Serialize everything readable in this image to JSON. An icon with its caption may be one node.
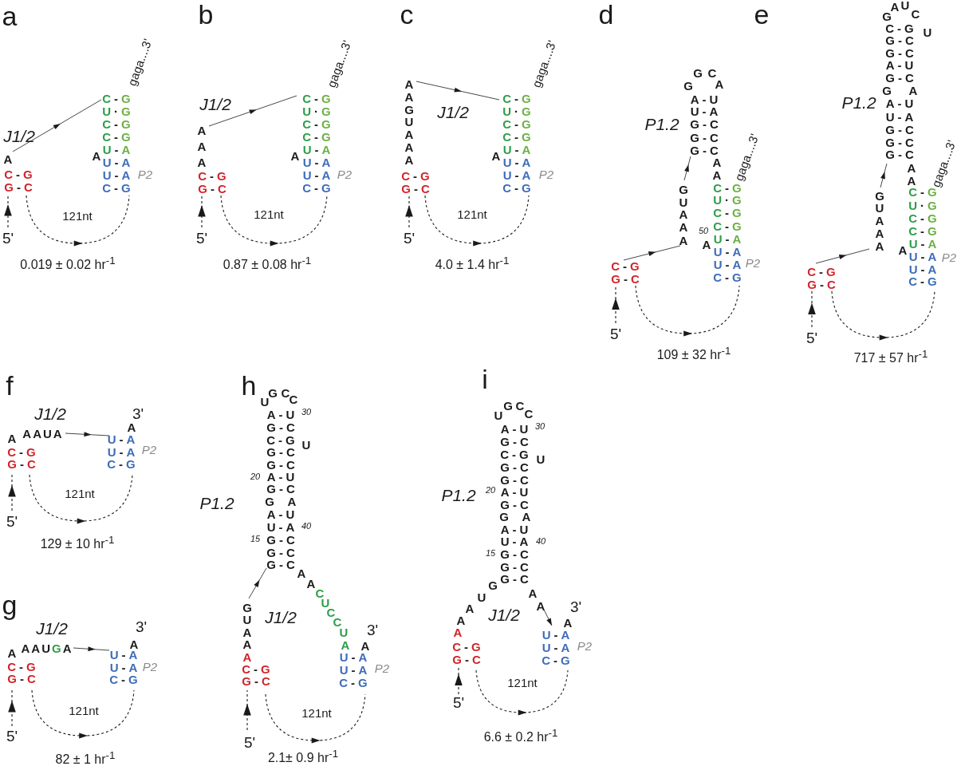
{
  "diagram": {
    "labels": [
      "a",
      "gaga....3'",
      "J1/2",
      "C-G",
      "U·G",
      "C-G",
      "C-G",
      "A",
      "U-A",
      "A",
      "U-A",
      "C-G",
      "U-A",
      "P2",
      "G-C",
      "C-G",
      "121nt",
      "5'",
      "0.019 ± 0.02 hr$^{-1}$",
      "b",
      "gaga....3'",
      "J1/2",
      "A",
      "C-G",
      "U·G",
      "C-G",
      "C-G",
      "A",
      "U-A",
      "A",
      "A",
      "U-A",
      "C-G",
      "U-A",
      "P2",
      "G-C",
      "C-G",
      "121nt",
      "5'",
      "0.87 ± 0.08 hr$^{-1}$",
      "c",
      "gaga....3'",
      "A",
      "A",
      "C-G",
      "G",
      "J1/2",
      "U·G",
      "U",
      "C-G",
      "A",
      "C-G",
      "A",
      "U-A",
      "A",
      "A",
      "U-A",
      "C-G",
      "U-A",
      "P2",
      "G-C",
      "C-G",
      "121nt",
      "5'",
      "4.0 ± 1.4 hr$^{-1}$",
      "d",
      "G",
      "C",
      "G",
      "A",
      "A-U",
      "U-A",
      "P1.2",
      "G-C",
      "G-C",
      "G-C",
      "A",
      "gaga....3'",
      "A",
      "G",
      "C-G",
      "U",
      "U·G",
      "A",
      "C-G",
      "A",
      "C-G",
      "50",
      "A",
      "U-A",
      "A",
      "U-A",
      "P2",
      "C-G",
      "U-A",
      "G-C",
      "C-G",
      "5'",
      "109 ± 32 hr$^{-1}$",
      "e",
      "A",
      "U",
      "G",
      "C",
      "C-G",
      "U",
      "G-C",
      "G-C",
      "A-U",
      "G-C",
      "G",
      "A",
      "P1.2",
      "A-U",
      "U-A",
      "G-C",
      "G-C",
      "G-C",
      "A",
      "gaga....3'",
      "A",
      "G",
      "C-G",
      "U",
      "U·G",
      "A",
      "C-G",
      "A",
      "C-G",
      "A",
      "U-A",
      "A",
      "U-A",
      "P2",
      "C-G",
      "U-A",
      "G-C",
      "C-G",
      "5'",
      "717 ± 57 hr$^{-1}$",
      "f",
      "J1/2",
      "3'",
      "A",
      "AAUA",
      "A",
      "U-A",
      "C-G",
      "U-A",
      "P2",
      "G-C",
      "C-G",
      "121nt",
      "5'",
      "129 ± 10 hr$^{-1}$",
      "g",
      "J1/2",
      "3'",
      "A",
      "AAUGA",
      "A",
      "U-A",
      "C-G",
      "U-A",
      "P2",
      "G-C",
      "C-G",
      "121nt",
      "5'",
      "82 ± 1 hr$^{-1}$",
      "h",
      "G",
      "C",
      "U",
      "C",
      "A-U",
      "30",
      "G-C",
      "C-G",
      "U",
      "G-C",
      "G-C",
      "20",
      "A-U",
      "G-C",
      "P1.2",
      "G",
      "A",
      "A-U",
      "U-A",
      "40",
      "15",
      "G-C",
      "G-C",
      "G-C",
      "A",
      "A",
      "C",
      "U",
      "C",
      "C",
      "U",
      "3'",
      "J1/2",
      "A",
      "A",
      "U-A",
      "U-A",
      "P2",
      "C-G",
      "G",
      "U",
      "A",
      "A",
      "A",
      "C-G",
      "G-C",
      "121nt",
      "5'",
      "2.1± 0.9 hr$^{-1}$",
      "i",
      "G",
      "C",
      "U",
      "C",
      "A-U",
      "30",
      "G-C",
      "C-G",
      "U",
      "G-C",
      "G-C",
      "20",
      "A-U",
      "G-C",
      "P1.2",
      "G",
      "A",
      "A-U",
      "U-A",
      "40",
      "15",
      "G-C",
      "G-C",
      "G-C",
      "G",
      "U",
      "A",
      "A",
      "J1/2",
      "A",
      "3'",
      "A",
      "A",
      "A",
      "U-A",
      "C-G",
      "U-A",
      "P2",
      "G-C",
      "C-G",
      "121nt",
      "5'",
      "6.6 ± 0.2 hr$^{-1}$"
    ]
  }
}
